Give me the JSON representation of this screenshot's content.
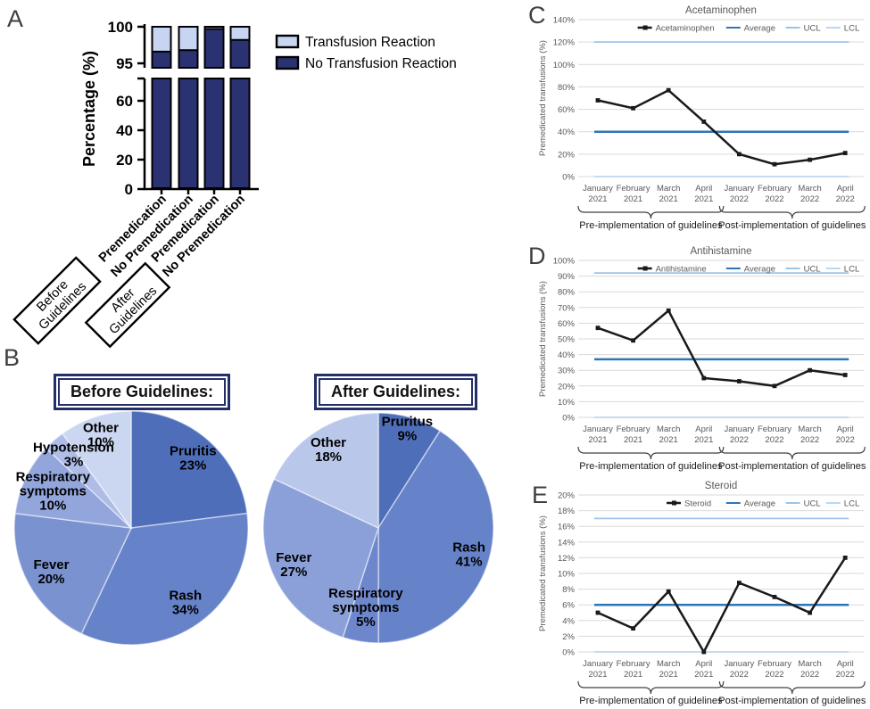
{
  "panel_labels": {
    "a": "A",
    "b": "B",
    "c": "C",
    "d": "D",
    "e": "E"
  },
  "colors": {
    "navy": "#2b3272",
    "light_blue": "#c7d5f2",
    "average_line": "#2e75b6",
    "ucl_line": "#9dc3e6",
    "lcl_line": "#bdd7ee",
    "grid": "#d9d9d9",
    "axis_text": "#595959",
    "series_black": "#1a1a1a"
  },
  "chart_data": [
    {
      "id": "premedication_bar_chart",
      "type": "bar",
      "stacked": true,
      "title": "",
      "ylabel": "Percentage (%)",
      "categories": [
        "Premedication",
        "No Premedication",
        "Premedication",
        "No Premedication"
      ],
      "group_labels": [
        "Before Guidelines",
        "After Guidelines"
      ],
      "series": [
        {
          "name": "No Transfusion Reaction",
          "color": "#2b3272",
          "values": [
            96.6,
            96.8,
            99.7,
            98.2
          ]
        },
        {
          "name": "Transfusion Reaction",
          "color": "#c7d5f2",
          "values": [
            3.4,
            3.2,
            0.3,
            1.8
          ]
        }
      ],
      "legend": [
        "Transfusion Reaction",
        "No Transfusion Reaction"
      ],
      "y_axis_break": {
        "lower_range": [
          0,
          78
        ],
        "upper_range": [
          95,
          100
        ],
        "lower_ticks": [
          0,
          20,
          40,
          60
        ],
        "upper_ticks": [
          95,
          100
        ]
      }
    },
    {
      "id": "pie_before_guidelines",
      "type": "pie",
      "title": "Before Guidelines:",
      "slices": [
        {
          "label": "Pruritis",
          "value": 23,
          "color": "#4e6eb9"
        },
        {
          "label": "Rash",
          "value": 34,
          "color": "#6683c9"
        },
        {
          "label": "Fever",
          "value": 20,
          "color": "#7b92d1"
        },
        {
          "label": "Respiratory symptoms",
          "value": 10,
          "color": "#93a6dc"
        },
        {
          "label": "Hypotension",
          "value": 3,
          "color": "#aebce6"
        },
        {
          "label": "Other",
          "value": 10,
          "color": "#cbd6f0"
        }
      ]
    },
    {
      "id": "pie_after_guidelines",
      "type": "pie",
      "title": "After Guidelines:",
      "slices": [
        {
          "label": "Pruritus",
          "value": 9,
          "color": "#4e6eb9"
        },
        {
          "label": "Rash",
          "value": 41,
          "color": "#6683c9"
        },
        {
          "label": "Respiratory symptoms",
          "value": 5,
          "color": "#6e87cc"
        },
        {
          "label": "Fever",
          "value": 27,
          "color": "#8ba0d8"
        },
        {
          "label": "Other",
          "value": 18,
          "color": "#b9c7ea"
        }
      ]
    },
    {
      "id": "acetaminophen_run_chart",
      "type": "line",
      "title": "Acetaminophen",
      "ylabel": "Premedicated transfusions (%)",
      "x": [
        "January 2021",
        "February 2021",
        "March 2021",
        "April 2021",
        "January 2022",
        "February 2022",
        "March 2022",
        "April 2022"
      ],
      "ylim": [
        0,
        140
      ],
      "ystep": 20,
      "series": [
        {
          "name": "Acetaminophen",
          "color": "#1a1a1a",
          "values": [
            68,
            61,
            77,
            49,
            20,
            11,
            15,
            21
          ]
        }
      ],
      "reference_lines": [
        {
          "name": "Average",
          "color": "#2e75b6",
          "value": 40
        },
        {
          "name": "UCL",
          "color": "#9dc3e6",
          "value": 120
        },
        {
          "name": "LCL",
          "color": "#bdd7ee",
          "value": 0
        }
      ],
      "phase_labels": [
        "Pre-implementation of guidelines",
        "Post-implementation of guidelines"
      ]
    },
    {
      "id": "antihistamine_run_chart",
      "type": "line",
      "title": "Antihistamine",
      "ylabel": "Premedicated transfusions (%)",
      "x": [
        "January 2021",
        "February 2021",
        "March 2021",
        "April 2021",
        "January 2022",
        "February 2022",
        "March 2022",
        "April 2022"
      ],
      "ylim": [
        0,
        100
      ],
      "ystep": 10,
      "series": [
        {
          "name": "Antihistamine",
          "color": "#1a1a1a",
          "values": [
            57,
            49,
            68,
            25,
            23,
            20,
            30,
            27
          ]
        }
      ],
      "reference_lines": [
        {
          "name": "Average",
          "color": "#2e75b6",
          "value": 37
        },
        {
          "name": "UCL",
          "color": "#9dc3e6",
          "value": 92
        },
        {
          "name": "LCL",
          "color": "#bdd7ee",
          "value": 0
        }
      ],
      "phase_labels": [
        "Pre-implementation of guidelines",
        "Post-implementation of guidelines"
      ]
    },
    {
      "id": "steroid_run_chart",
      "type": "line",
      "title": "Steroid",
      "ylabel": "Premedicated transfusions (%)",
      "x": [
        "January 2021",
        "February 2021",
        "March 2021",
        "April 2021",
        "January 2022",
        "February 2022",
        "March 2022",
        "April 2022"
      ],
      "ylim": [
        0,
        20
      ],
      "ystep": 2,
      "series": [
        {
          "name": "Steroid",
          "color": "#1a1a1a",
          "values": [
            5,
            3,
            7.7,
            0,
            8.8,
            7,
            5,
            12
          ]
        }
      ],
      "reference_lines": [
        {
          "name": "Average",
          "color": "#2e75b6",
          "value": 6
        },
        {
          "name": "UCL",
          "color": "#9dc3e6",
          "value": 17
        },
        {
          "name": "LCL",
          "color": "#bdd7ee",
          "value": 0
        }
      ],
      "phase_labels": [
        "Pre-implementation of guidelines",
        "Post-implementation of guidelines"
      ]
    }
  ]
}
